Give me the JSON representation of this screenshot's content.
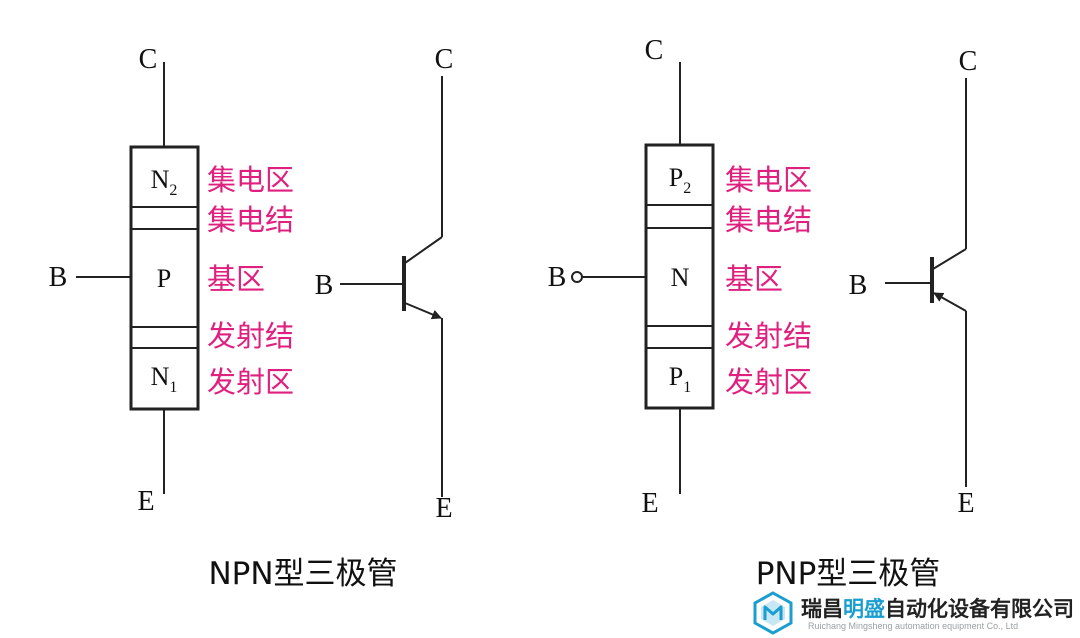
{
  "colors": {
    "annotation": "#e0207f",
    "line": "#222222",
    "logo_blue": "#1a9ecf"
  },
  "npn": {
    "box_labels": [
      "N",
      "P",
      "N"
    ],
    "box_subscripts": [
      "2",
      "",
      "1"
    ],
    "terminals": {
      "c": "C",
      "b": "B",
      "e": "E"
    },
    "symbol_terminals": {
      "c": "C",
      "b": "B",
      "e": "E"
    },
    "annotations": [
      "集电区",
      "集电结",
      "基区",
      "发射结",
      "发射区"
    ],
    "caption": "NPN型三极管"
  },
  "pnp": {
    "box_labels": [
      "P",
      "N",
      "P"
    ],
    "box_subscripts": [
      "2",
      "",
      "1"
    ],
    "terminals": {
      "c": "C",
      "b": "B",
      "e": "E"
    },
    "symbol_terminals": {
      "c": "C",
      "b": "B",
      "e": "E"
    },
    "annotations": [
      "集电区",
      "集电结",
      "基区",
      "发射结",
      "发射区"
    ],
    "caption": "PNP型三极管"
  },
  "logo": {
    "icon": "hexagon-logo-icon",
    "name_prefix": "瑞昌",
    "name_highlight": "明盛",
    "name_suffix": "自动化设备有限公司",
    "english": "Ruichang Mingsheng automation equipment Co., Ltd"
  }
}
